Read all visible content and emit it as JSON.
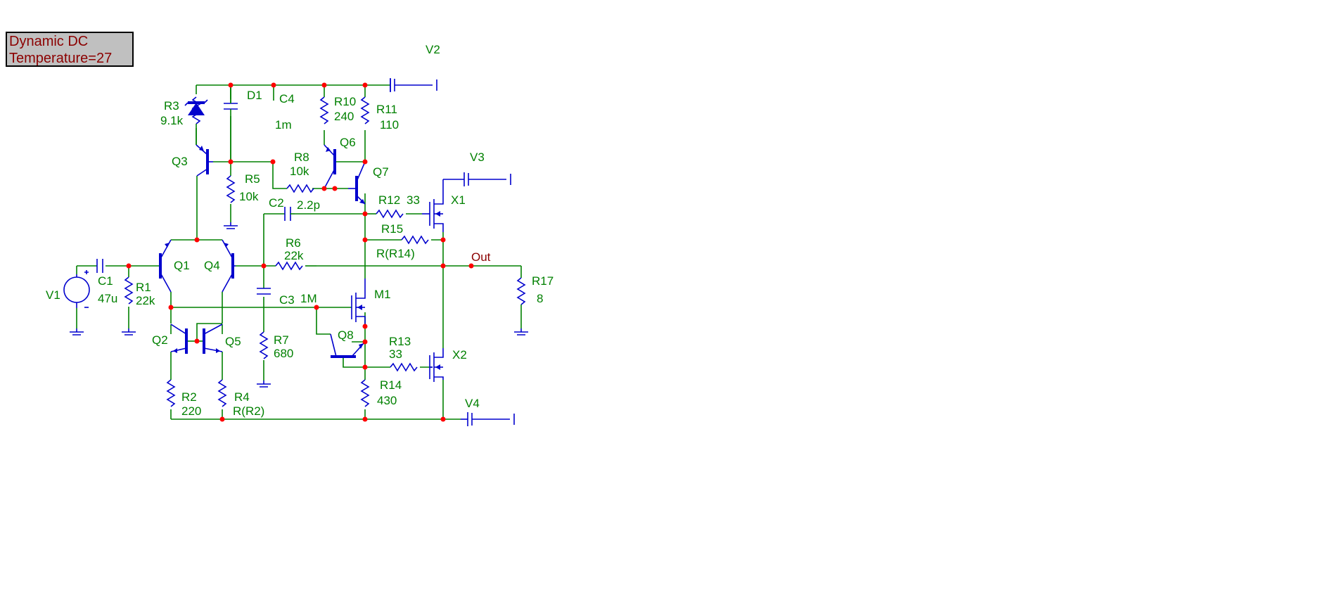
{
  "status": {
    "mode": "Dynamic DC",
    "temperature": "Temperature=27"
  },
  "colors": {
    "wire": "#008000",
    "symbol": "#0000cd",
    "label": "#008000",
    "node": "#ff0000",
    "net_label": "#8b0000",
    "status_bg": "#c0c0c0"
  },
  "labels": {
    "V1": "V1",
    "V2": "V2",
    "V3": "V3",
    "V4": "V4",
    "C1": "C1",
    "C1_val": "47u",
    "R1": "R1",
    "R1_val": "22k",
    "R3": "R3",
    "R3_val": "9.1k",
    "D1": "D1",
    "C4": "C4",
    "C4_val": "1m",
    "R10": "R10",
    "R10_val": "240",
    "R11": "R11",
    "R11_val": "110",
    "Q6": "Q6",
    "Q3": "Q3",
    "R8": "R8",
    "R8_val": "10k",
    "R5": "R5",
    "R5_val": "10k",
    "Q7": "Q7",
    "C2": "C2",
    "C2_val": "2.2p",
    "R12": "R12",
    "R12_val": "33",
    "X1": "X1",
    "R15": "R15",
    "R15_val": "R(R14)",
    "Q1": "Q1",
    "Q4": "Q4",
    "R6": "R6",
    "R6_val": "22k",
    "Out": "Out",
    "R17": "R17",
    "R17_val": "8",
    "M1": "M1",
    "C3": "C3",
    "C3_val": "1M",
    "Q2": "Q2",
    "Q5": "Q5",
    "R7": "R7",
    "R7_val": "680",
    "Q8": "Q8",
    "R13": "R13",
    "R13_val": "33",
    "X2": "X2",
    "R14": "R14",
    "R14_val": "430",
    "R2": "R2",
    "R2_val": "220",
    "R4": "R4",
    "R4_val": "R(R2)"
  }
}
